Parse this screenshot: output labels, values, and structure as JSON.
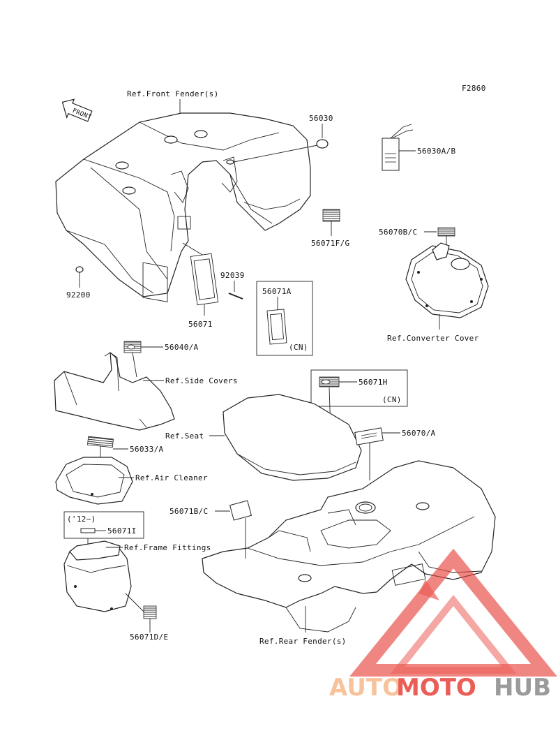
{
  "figure_code": "F2860",
  "front_arrow": "FRONT",
  "references": {
    "front_fender": "Ref.Front Fender(s)",
    "converter_cover": "Ref.Converter Cover",
    "side_covers": "Ref.Side Covers",
    "seat": "Ref.Seat",
    "air_cleaner": "Ref.Air Cleaner",
    "frame_fittings": "Ref.Frame Fittings",
    "rear_fender": "Ref.Rear Fender(s)"
  },
  "parts": {
    "p56030": "56030",
    "p56030ab": "56030A/B",
    "p56071fg": "56071F/G",
    "p56070bc": "56070B/C",
    "p92200": "92200",
    "p92039": "92039",
    "p56071": "56071",
    "p56071a": "56071A",
    "p56040a": "56040/A",
    "p56071h": "56071H",
    "p56070a": "56070/A",
    "p56033a": "56033/A",
    "p56071bc": "56071B/C",
    "p56071i": "56071I",
    "p56071de": "56071D/E"
  },
  "notes": {
    "cn_a": "(CN)",
    "cn_h": "(CN)",
    "year": "('12~)"
  },
  "watermark": {
    "part1": "AUTO",
    "part2": "MOTO",
    "part3": "HUB",
    "color_light": "#f7b98a",
    "color_red": "#e8413a",
    "color_gray": "#8a8a8a"
  }
}
